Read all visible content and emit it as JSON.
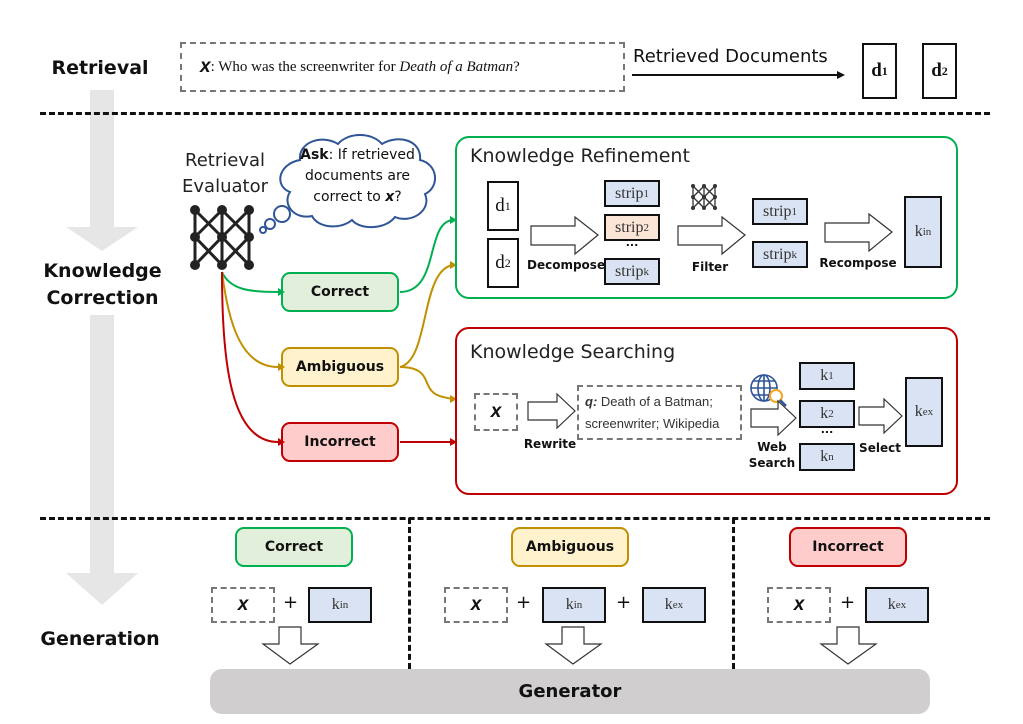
{
  "stages": {
    "retrieval": "Retrieval",
    "knowledge_correction_line1": "Knowledge",
    "knowledge_correction_line2": "Correction",
    "generation": "Generation"
  },
  "retrieval": {
    "query_var": "x",
    "query_prefix": ": Who was the screenwriter for ",
    "query_title": "Death of a Batman",
    "query_suffix": "?",
    "arrow_label": "Retrieved Documents",
    "docs": [
      {
        "base": "d",
        "sub": "1"
      },
      {
        "base": "d",
        "sub": "2"
      }
    ]
  },
  "evaluator": {
    "title_line1": "Retrieval",
    "title_line2": "Evaluator",
    "thought_bold": "Ask",
    "thought_line1_rest": ": If retrieved",
    "thought_line2": "documents are",
    "thought_line3_pre": "correct to ",
    "thought_var": "x",
    "thought_line3_post": "?"
  },
  "judgements": {
    "correct": "Correct",
    "ambiguous": "Ambiguous",
    "incorrect": "Incorrect"
  },
  "refinement": {
    "title": "Knowledge Refinement",
    "docs": [
      {
        "base": "d",
        "sub": "1"
      },
      {
        "base": "d",
        "sub": "2"
      }
    ],
    "decompose_label": "Decompose",
    "strips": [
      {
        "base": "strip",
        "sub": "1"
      },
      {
        "base": "strip",
        "sub": "2"
      },
      {
        "base": "strip",
        "sub": "k"
      }
    ],
    "ellipsis": "...",
    "filter_label": "Filter",
    "kept_strips": [
      {
        "base": "strip",
        "sub": "1"
      },
      {
        "base": "strip",
        "sub": "k"
      }
    ],
    "recompose_label": "Recompose",
    "output": {
      "base": "k",
      "sub": "in"
    }
  },
  "searching": {
    "title": "Knowledge Searching",
    "input_var": "x",
    "rewrite_label": "Rewrite",
    "query_var": "q:",
    "query_line1": " Death of a Batman;",
    "query_line2": "screenwriter; Wikipedia",
    "web_search_line1": "Web",
    "web_search_line2": "Search",
    "results": [
      {
        "base": "k",
        "sub": "1"
      },
      {
        "base": "k",
        "sub": "2"
      },
      {
        "base": "k",
        "sub": "n"
      }
    ],
    "ellipsis": "...",
    "select_label": "Select",
    "output": {
      "base": "k",
      "sub": "ex"
    }
  },
  "generation": {
    "columns": [
      {
        "label": "Correct",
        "var": "x",
        "plus": "+",
        "items": [
          {
            "base": "k",
            "sub": "in"
          }
        ]
      },
      {
        "label": "Ambiguous",
        "var": "x",
        "plus": "+",
        "items": [
          {
            "base": "k",
            "sub": "in"
          },
          {
            "base": "k",
            "sub": "ex"
          }
        ]
      },
      {
        "label": "Incorrect",
        "var": "x",
        "plus": "+",
        "items": [
          {
            "base": "k",
            "sub": "ex"
          }
        ]
      }
    ],
    "generator_label": "Generator"
  },
  "colors": {
    "correct": "#00b050",
    "ambiguous": "#c09000",
    "incorrect": "#c00000",
    "cloud": "#2f5597",
    "knowledge_box": "#dae3f3",
    "highlight_strip": "#fbe5d6",
    "generator": "#d0cece",
    "stage_arrow": "#e6e6e6"
  }
}
